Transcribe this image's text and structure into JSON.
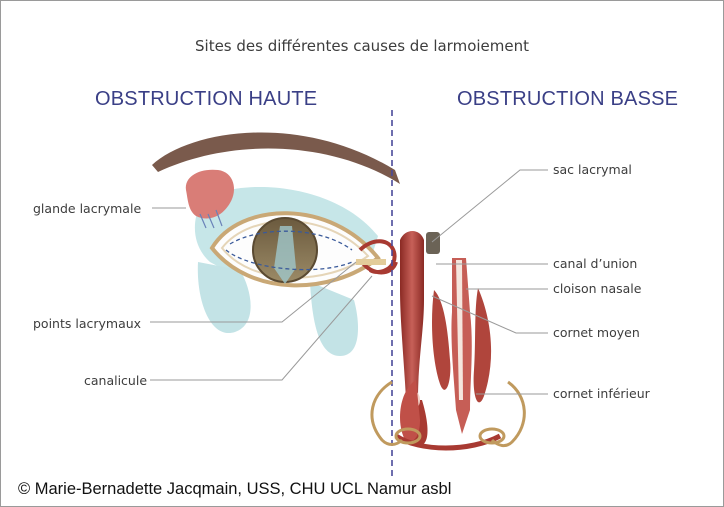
{
  "title": "Sites des différentes causes de larmoiement",
  "headers": {
    "left": "OBSTRUCTION HAUTE",
    "right": "OBSTRUCTION BASSE"
  },
  "labels": {
    "glande": "glande lacrymale",
    "points": "points lacrymaux",
    "canalicule": "canalicule",
    "sac": "sac lacrymal",
    "canal": "canal d’union",
    "cloison": "cloison nasale",
    "moyen": "cornet moyen",
    "inferieur": "cornet inférieur"
  },
  "credit": "© Marie-Bernadette Jacqmain, USS, CHU UCL Namur asbl",
  "colors": {
    "header": "#3a3f86",
    "divider": "#4a4a9a",
    "tissue_red": "#a83a32",
    "tear_blue": "#bfe3e6",
    "brow_brown": "#7a5a4c",
    "gland": "#d97d77"
  }
}
